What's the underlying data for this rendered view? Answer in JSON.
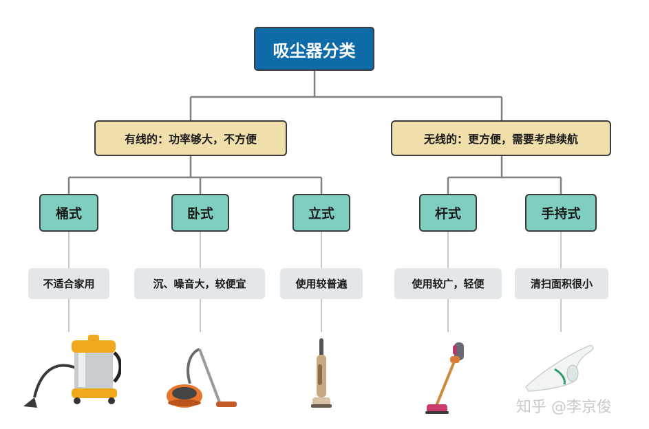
{
  "root": {
    "title": "吸尘器分类"
  },
  "categories": [
    {
      "label": "有线的：功率够大，不方便"
    },
    {
      "label": "无线的：更方便，需要考虑续航"
    }
  ],
  "types": [
    {
      "label": "桶式",
      "note": "不适合家用",
      "image": "bucket-vacuum-cleaner"
    },
    {
      "label": "卧式",
      "note": "沉、噪音大，较便宜",
      "image": "canister-vacuum-cleaner"
    },
    {
      "label": "立式",
      "note": "使用较普遍",
      "image": "upright-vacuum-cleaner"
    },
    {
      "label": "杆式",
      "note": "使用较广，轻便",
      "image": "stick-vacuum-cleaner"
    },
    {
      "label": "手持式",
      "note": "清扫面积很小",
      "image": "handheld-vacuum-cleaner"
    }
  ],
  "watermark": "知乎 @李京俊",
  "colors": {
    "root": "#0f6aa8",
    "category": "#f1dfab",
    "type": "#7fcfc0",
    "note": "#e4e7ea",
    "line": "#808080"
  }
}
